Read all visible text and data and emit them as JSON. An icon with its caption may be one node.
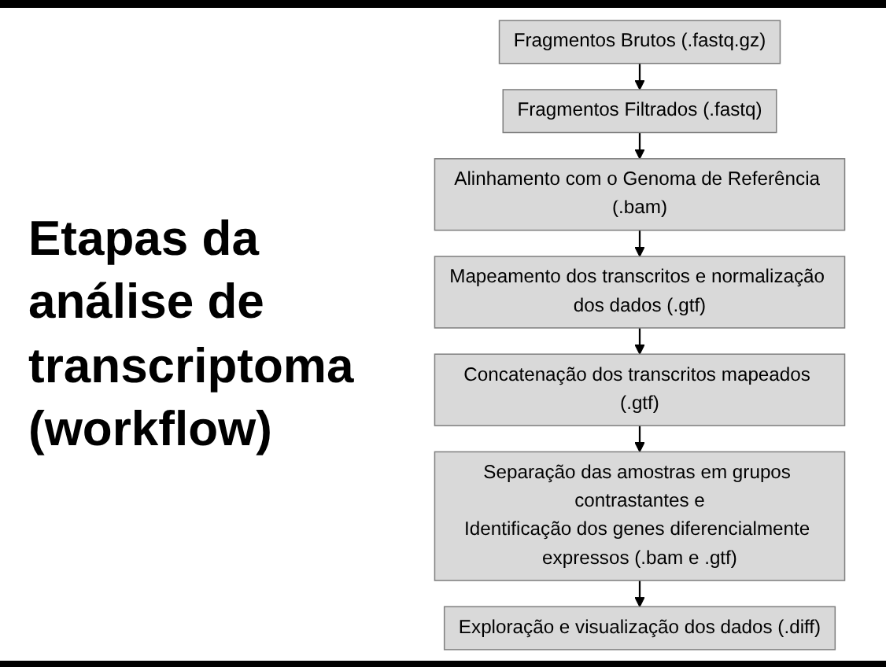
{
  "diagram": {
    "title": "Etapas da análise de transcriptoma (workflow)",
    "nodes": [
      {
        "text": [
          "Fragmentos Brutos (.fastq.gz)"
        ]
      },
      {
        "text": [
          "Fragmentos Filtrados (.fastq)"
        ]
      },
      {
        "text": [
          "Alinhamento com o Genoma de Referência (.bam)"
        ]
      },
      {
        "text": [
          "Mapeamento dos transcritos e normalização dos dados (.gtf)"
        ]
      },
      {
        "text": [
          "Concatenação dos transcritos mapeados (.gtf)"
        ]
      },
      {
        "text": [
          "Separação das amostras em grupos contrastantes e",
          "Identificação dos genes diferencialmente expressos (.bam e .gtf)"
        ]
      },
      {
        "text": [
          "Exploração e visualização dos dados (.diff)"
        ]
      }
    ],
    "edges": [
      {
        "from": 0,
        "to": 1,
        "arrow": "to"
      },
      {
        "from": 1,
        "to": 2,
        "arrow": "to"
      },
      {
        "from": 2,
        "to": 3,
        "arrow": "to"
      },
      {
        "from": 3,
        "to": 4,
        "arrow": "to"
      },
      {
        "from": 4,
        "to": 5,
        "arrow": "to"
      },
      {
        "from": 5,
        "to": 6,
        "arrow": "to"
      }
    ]
  }
}
